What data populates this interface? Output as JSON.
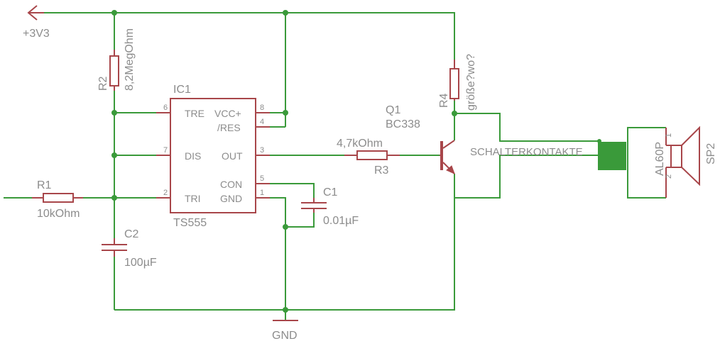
{
  "power": {
    "supply": "+3V3",
    "ground": "GND"
  },
  "ic": {
    "name": "IC1",
    "value": "TS555",
    "pins": [
      {
        "num": "6",
        "name": "TRE"
      },
      {
        "num": "7",
        "name": "DIS"
      },
      {
        "num": "2",
        "name": "TRI"
      },
      {
        "num": "8",
        "name": "VCC+"
      },
      {
        "num": "4",
        "name": "/RES"
      },
      {
        "num": "3",
        "name": "OUT"
      },
      {
        "num": "5",
        "name": "CON"
      },
      {
        "num": "1",
        "name": "GND"
      }
    ]
  },
  "components": {
    "r1": {
      "name": "R1",
      "value": "10kOhm"
    },
    "r2": {
      "name": "R2",
      "value": "8,2MegOhm"
    },
    "r3": {
      "name": "R3",
      "value": "4,7kOhm"
    },
    "r4": {
      "name": "R4",
      "value": "größe?wo?"
    },
    "c1": {
      "name": "C1",
      "value": "0.01µF"
    },
    "c2": {
      "name": "C2",
      "value": "100µF"
    },
    "q1": {
      "name": "Q1",
      "value": "BC338"
    },
    "sp2": {
      "name": "SP2",
      "value": "AL60P",
      "pin1": "1",
      "pin2": "2"
    }
  },
  "switch_label": "SCHALTERKONTAKTE",
  "colors": {
    "wire": "#3a9a3a",
    "symbol": "#a8464a",
    "text": "#8c8c8c",
    "switch_fill": "#3a9a3a"
  }
}
